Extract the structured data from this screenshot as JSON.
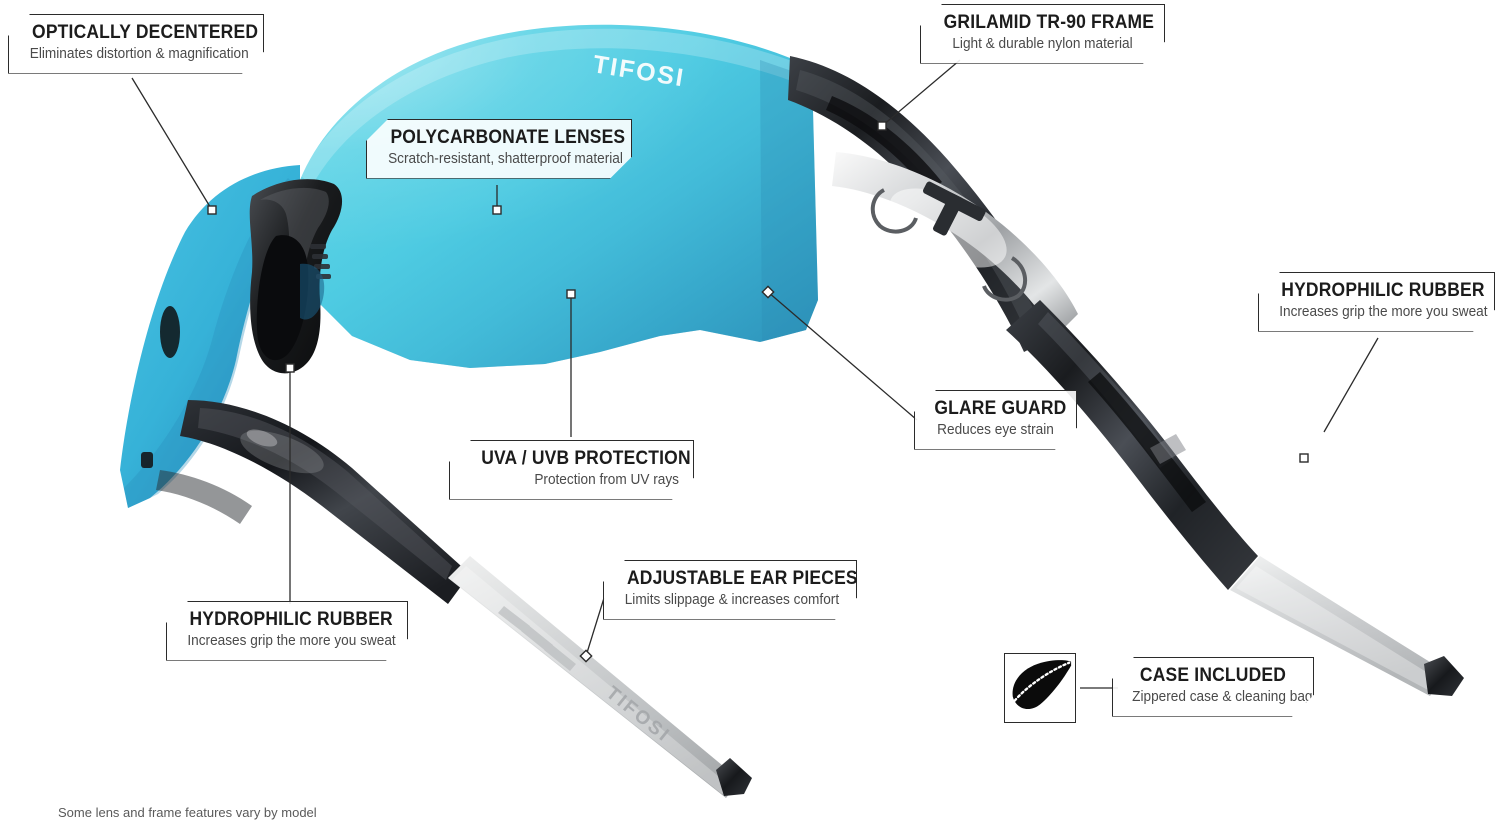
{
  "product": {
    "brand": "TIFOSI",
    "lens_brand_mark": "TIFOSI",
    "temple_brand_mark": "TIFOSI"
  },
  "footer": {
    "note": "Some lens and frame features vary by model"
  },
  "colors": {
    "lens_cyan_light": "#5fd8e8",
    "lens_cyan_mid": "#49c6de",
    "lens_blue_deep": "#2f9fc4",
    "lens_blue_edge": "#2b86b5",
    "frame_dark": "#2a2c30",
    "frame_black": "#111214",
    "rubber_white": "#d9dadb",
    "callout_border": "#2b2b2b",
    "title_text": "#1c1c1c",
    "sub_text": "#4a4a4a",
    "background": "#ffffff"
  },
  "callouts": [
    {
      "id": "optically-decentered",
      "title": "OPTICALLY DECENTERED",
      "sub": "Eliminates distortion & magnification",
      "align": "center"
    },
    {
      "id": "polycarbonate-lenses",
      "title": "POLYCARBONATE LENSES",
      "sub": "Scratch-resistant, shatterproof material",
      "align": "center"
    },
    {
      "id": "grilamid-tr-90-frame",
      "title": "GRILAMID TR-90 FRAME",
      "sub": "Light & durable nylon material",
      "align": "center"
    },
    {
      "id": "hydrophilic-rubber-right",
      "title": "HYDROPHILIC RUBBER",
      "sub": "Increases grip the more you sweat",
      "align": "center"
    },
    {
      "id": "glare-guard",
      "title": "GLARE GUARD",
      "sub": "Reduces eye strain",
      "align": "center"
    },
    {
      "id": "uva-uvb-protection",
      "title": "UVA / UVB PROTECTION",
      "sub": "Protection from UV rays",
      "align": "right"
    },
    {
      "id": "hydrophilic-rubber-left",
      "title": "HYDROPHILIC RUBBER",
      "sub": "Increases grip the more you sweat",
      "align": "center"
    },
    {
      "id": "adjustable-ear-pieces",
      "title": "ADJUSTABLE EAR PIECES",
      "sub": "Limits slippage & increases comfort",
      "align": "center"
    },
    {
      "id": "case-included",
      "title": "CASE INCLUDED",
      "sub": "Zippered case & cleaning bag",
      "align": "center"
    }
  ],
  "icons": {
    "case": "sunglasses-case-icon"
  }
}
